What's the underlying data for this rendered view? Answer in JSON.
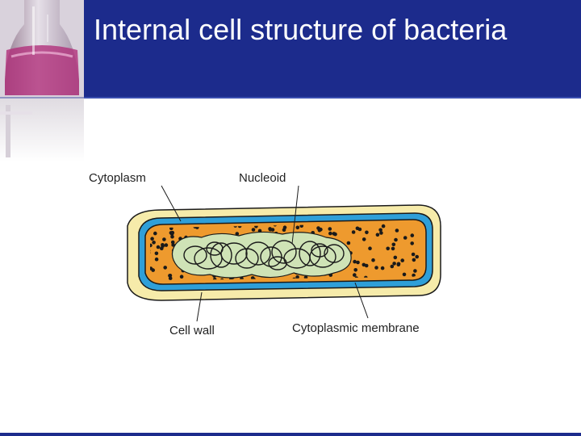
{
  "slide": {
    "title": "Internal cell structure of bacteria"
  },
  "diagram": {
    "labels": {
      "cytoplasm": "Cytoplasm",
      "nucleoid": "Nucleoid",
      "cell_wall": "Cell wall",
      "cytoplasmic_membrane": "Cytoplasmic membrane"
    }
  },
  "colors": {
    "header": "#1c2b8c",
    "cell_wall": "#f6ebaa",
    "membrane": "#2f9fd8",
    "cytoplasm": "#ee9a2e",
    "nucleoid": "#cfe3b6",
    "ribosome": "#1a1a1a"
  },
  "icons": [
    "flask-icon"
  ]
}
